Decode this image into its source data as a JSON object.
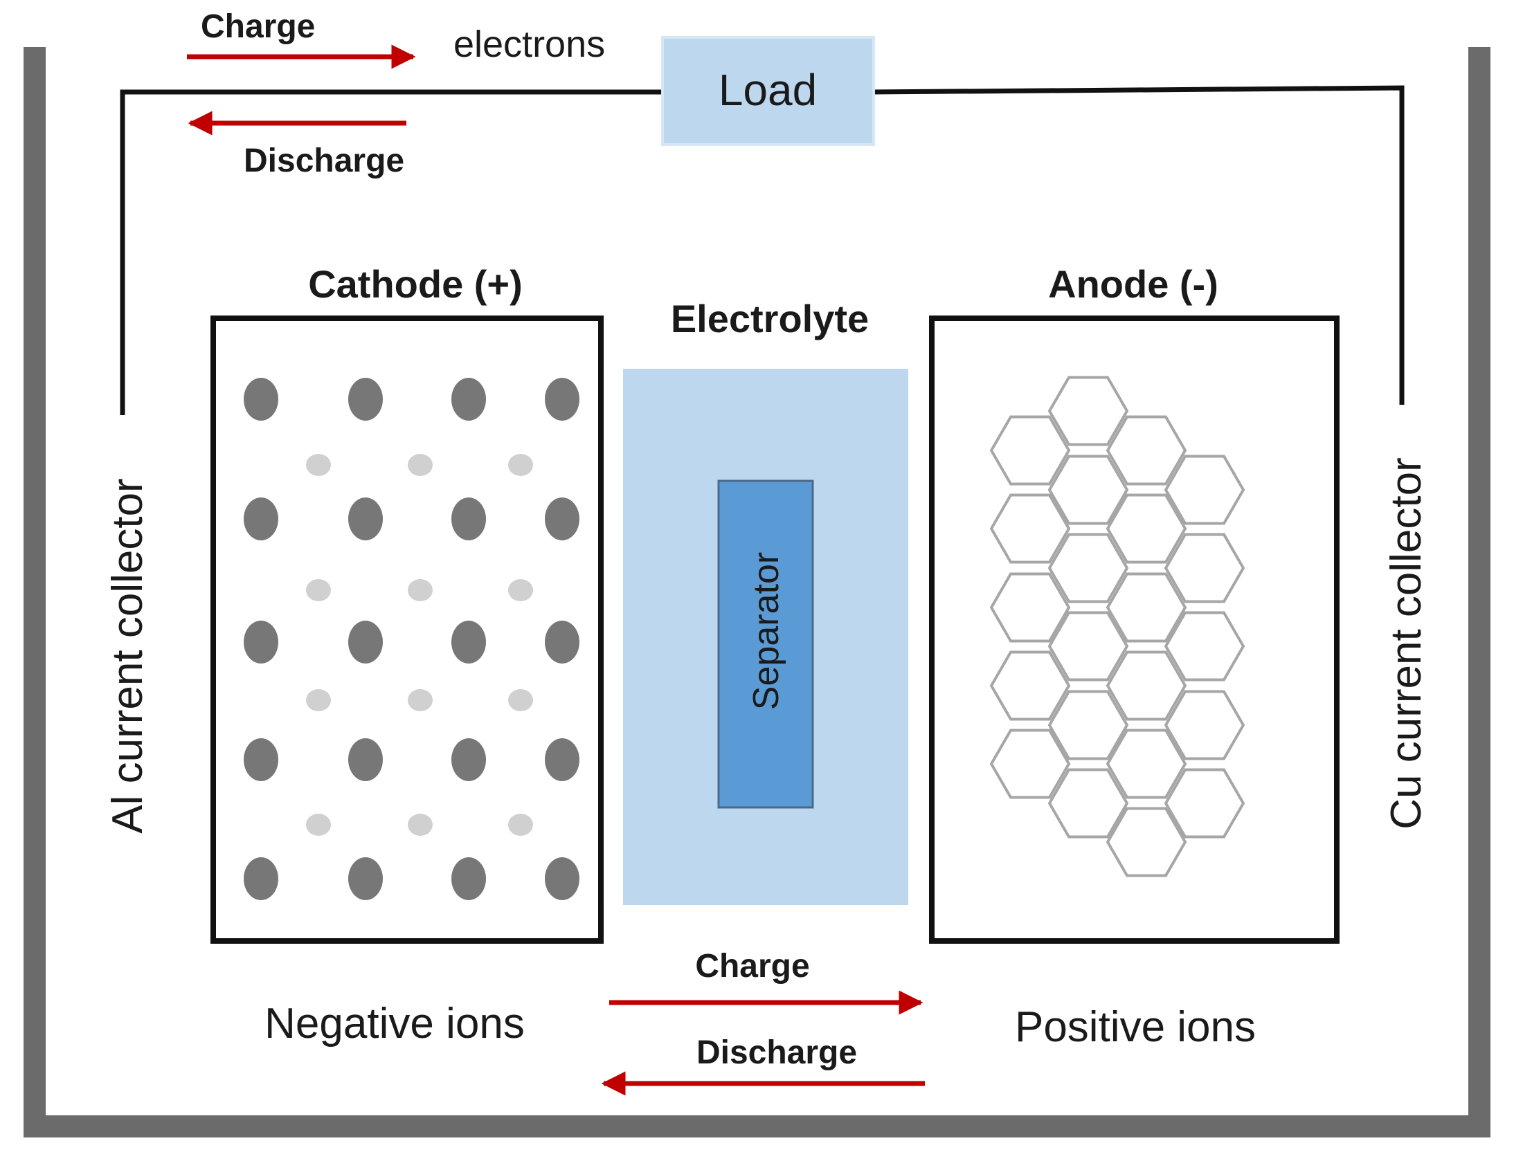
{
  "labels": {
    "charge_top": "Charge",
    "electrons": "electrons",
    "discharge_top": "Discharge",
    "load": "Load",
    "cathode": "Cathode (+)",
    "electrolyte": "Electrolyte",
    "anode": "Anode (-)",
    "separator": "Separator",
    "al_collector": "Al current collector",
    "cu_collector": "Cu current collector",
    "charge_bottom": "Charge",
    "discharge_bottom": "Discharge",
    "negative_ions": "Negative ions",
    "positive_ions": "Positive ions"
  },
  "colors": {
    "arrow": "#c00000",
    "container": "#6b6b6b",
    "load_fill": "#bdd7ee",
    "electrolyte_fill": "#bdd7ee",
    "separator_fill": "#5b9bd5",
    "large_particle": "#777777",
    "small_particle": "#d0d0d0",
    "hexagon_stroke": "#a6a6a6"
  }
}
